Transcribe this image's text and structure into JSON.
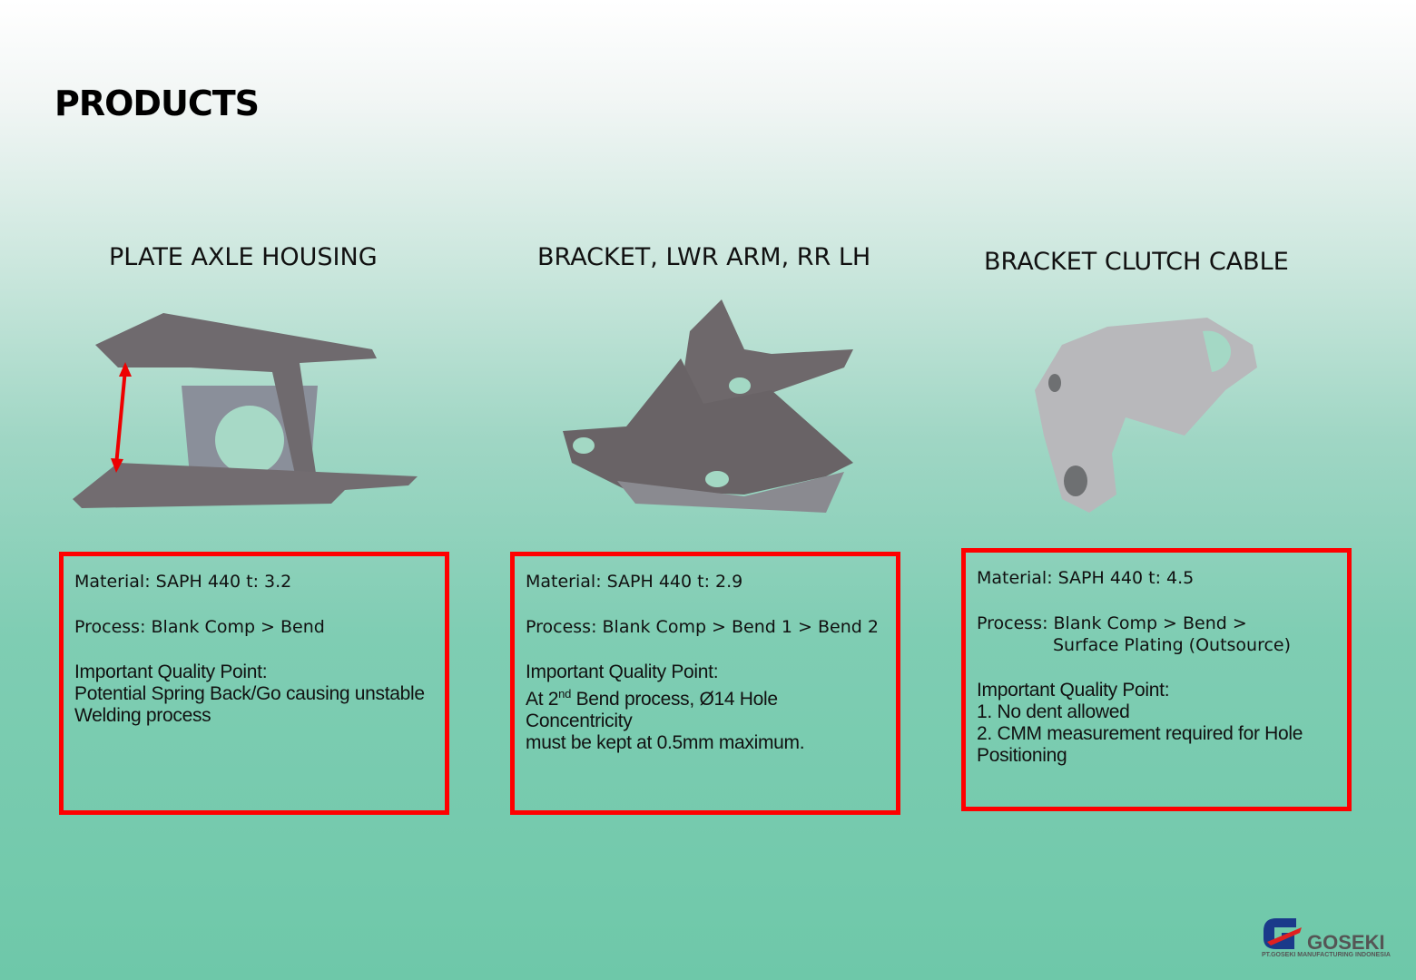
{
  "title": "PRODUCTS",
  "products": [
    {
      "name": "PLATE AXLE HOUSING",
      "material": "Material: SAPH 440 t: 3.2",
      "process": "Process: Blank Comp > Bend",
      "process2": "",
      "quality_label": "Important Quality Point:",
      "quality_lines": [
        "Potential Spring Back/Go causing unstable",
        "Welding process"
      ]
    },
    {
      "name": "BRACKET, LWR ARM, RR LH",
      "material": "Material: SAPH 440 t: 2.9",
      "process": "Process: Blank Comp > Bend 1 > Bend 2",
      "process2": "",
      "quality_label": "Important Quality Point:",
      "quality_pre": "At 2",
      "quality_sup": "nd",
      "quality_post": " Bend process, Ø14 Hole Concentricity",
      "quality_lines": [
        "must be kept at 0.5mm maximum."
      ]
    },
    {
      "name": "BRACKET CLUTCH CABLE",
      "material": "Material: SAPH 440 t: 4.5",
      "process": "Process: Blank Comp > Bend >",
      "process2": "Surface Plating (Outsource)",
      "quality_label": "Important Quality Point:",
      "quality_lines": [
        "1. No dent allowed",
        "2. CMM measurement required for Hole",
        "Positioning"
      ]
    }
  ],
  "logo": {
    "name": "GOSEKI",
    "subtitle": "PT.GOSEKI MANUFACTURING INDONESIA"
  },
  "colors": {
    "box_border": "#ff0000",
    "logo_blue": "#1a3a8a",
    "logo_red": "#e02020",
    "logo_gray": "#555555"
  }
}
